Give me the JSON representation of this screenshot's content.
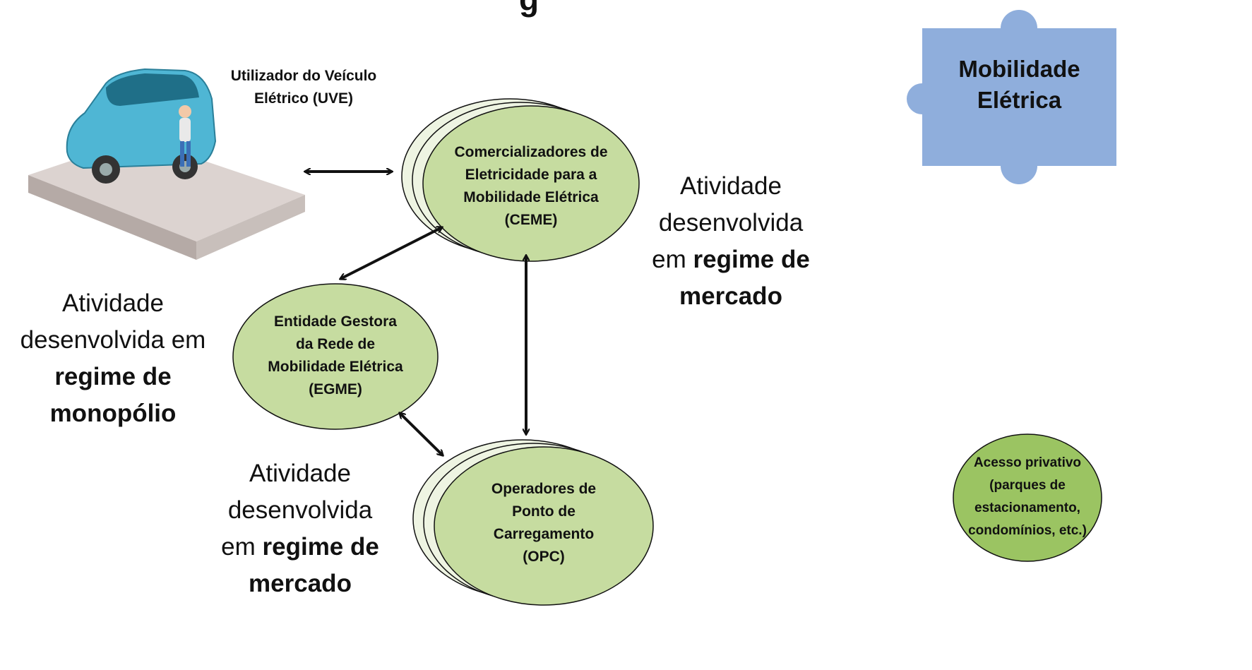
{
  "title_fragment": "g",
  "user": {
    "label_line1": "Utilizador do Veículo",
    "label_line2": "Elétrico (UVE)"
  },
  "badge": {
    "line1": "Mobilidade",
    "line2": "Elétrica"
  },
  "nodes": {
    "ceme": {
      "lines": [
        "Comercializadores de",
        "Eletricidade para a",
        "Mobilidade Elétrica",
        "(CEME)"
      ]
    },
    "egme": {
      "lines": [
        "Entidade Gestora",
        "da Rede de",
        "Mobilidade Elétrica",
        "(EGME)"
      ]
    },
    "opc": {
      "lines": [
        "Operadores de",
        "Ponto de",
        "Carregamento",
        "(OPC)"
      ]
    },
    "private": {
      "lines": [
        "Acesso privativo",
        "(parques de",
        "estacionamento,",
        "condomínios, etc.)"
      ]
    }
  },
  "annotations": {
    "ceme_side": {
      "l1": "Atividade",
      "l2": "desenvolvida",
      "l3_pre": "em ",
      "l3_bold": "regime de",
      "l4_bold": "mercado"
    },
    "egme_side": {
      "l1": "Atividade",
      "l2": "desenvolvida em",
      "l3_bold": "regime de",
      "l4_bold": "monopólio"
    },
    "opc_side": {
      "l1": "Atividade",
      "l2": "desenvolvida",
      "l3_pre": "em ",
      "l3_bold": "regime de",
      "l4_bold": "mercado"
    }
  },
  "colors": {
    "node_fill": "#c6dca0",
    "node_stroke": "#111111",
    "badge_fill": "#8faedc",
    "stack_fill": "#eef4e2"
  }
}
